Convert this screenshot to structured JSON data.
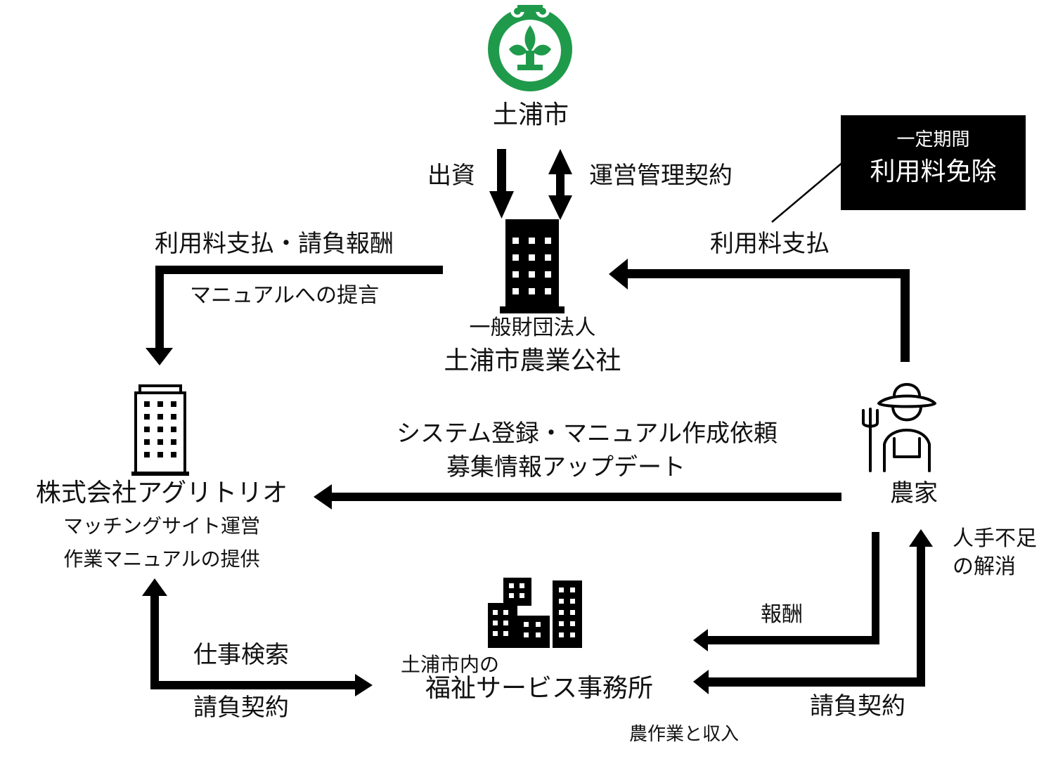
{
  "colors": {
    "city_green": "#1f9a4b",
    "ink": "#000000",
    "background": "#ffffff"
  },
  "icons": {
    "city_emblem": "tsuchiura-city-emblem",
    "corporation": "office-building-icon",
    "agritorio": "office-building-icon",
    "farmer": "farmer-icon",
    "welfare": "city-buildings-icon"
  },
  "nodes": {
    "city": {
      "label": "土浦市"
    },
    "corporation": {
      "line1": "一般財団法人",
      "line2": "土浦市農業公社"
    },
    "agritorio": {
      "name": "株式会社アグリトリオ",
      "role1": "マッチングサイト運営",
      "role2": "作業マニュアルの提供"
    },
    "farmer": {
      "label": "農家"
    },
    "welfare": {
      "line1": "土浦市内の",
      "line2": "福祉サービス事務所"
    }
  },
  "callout": {
    "line1": "一定期間",
    "line2": "利用料免除"
  },
  "edges": {
    "investment": "出資",
    "management_contract": "運営管理契約",
    "fee_and_reward": "利用料支払・請負報酬",
    "manual_proposal": "マニュアルへの提言",
    "farmer_fee": "利用料支払",
    "system_request_1": "システム登録・マニュアル作成依頼",
    "system_request_2": "募集情報アップデート",
    "labor_shortage_1": "人手不足",
    "labor_shortage_2": "の解消",
    "reward": "報酬",
    "job_search": "仕事検索",
    "contract_left": "請負契約",
    "contract_right": "請負契約",
    "farm_work_income": "農作業と収入"
  }
}
